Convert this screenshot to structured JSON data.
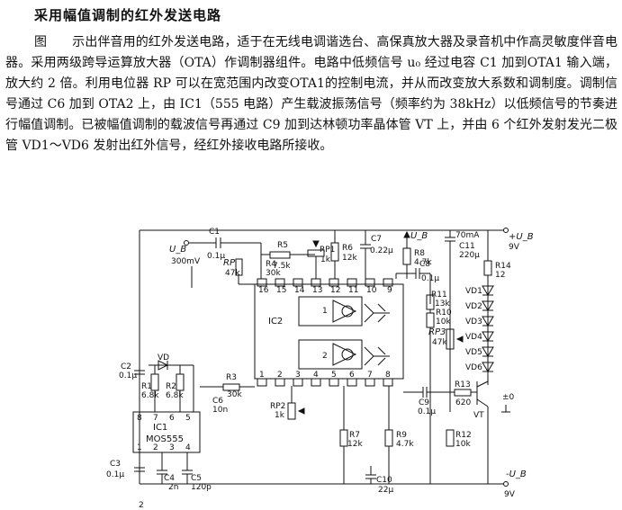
{
  "title": "采用幅值调制的红外发送电路",
  "paragraph": "图　　示出伴音用的红外发送电路，适于在无线电调谐选台、高保真放大器及录音机中作高灵敏度伴音电器。采用两级跨导运算放大器（OTA）作调制器组件。电路中低频信号 u₀ 经过电容 C1 加到OTA1 输入端，放大约 2 倍。利用电位器 RP 可以在宽范围内改变OTA1的控制电流，并从而改变放大系数和调制度。调制信号通过 C6 加到 OTA2 上，由 IC1（555 电路）产生载波振荡信号（频率约为 38kHz）以低频信号的节奏进行幅值调制。已被幅值调制的载波信号再通过 C9 加到达林顿功率晶体管 VT 上，并由 6 个红外发射发光二极管 VD1～VD6 发射出红外信号，经红外接收电路所接收。",
  "schematic": {
    "ui_label": "U_B",
    "ui_voltage": "300mV",
    "c1": {
      "name": "C1",
      "value": "0.1μ"
    },
    "r5": {
      "name": "R5",
      "value": "7.5k"
    },
    "rp1": {
      "name": "RP1",
      "value": "1k"
    },
    "r6": {
      "name": "R6",
      "value": "12k"
    },
    "c7": {
      "name": "C7",
      "value": "0.22μ"
    },
    "ub": "U_B",
    "r8": {
      "name": "R8",
      "value": "4.7k"
    },
    "c11": {
      "name": "C11",
      "value": "220μ"
    },
    "supply_current": "70mA",
    "plus_supply": {
      "name": "+U_B",
      "value": "9V"
    },
    "rp": {
      "name": "RP",
      "value": "47k"
    },
    "r4": {
      "name": "R4",
      "value": "30k"
    },
    "c8": {
      "name": "C8",
      "value": "0.1μ"
    },
    "r14": {
      "name": "R14",
      "value": "12"
    },
    "r11": {
      "name": "R11",
      "value": "13k"
    },
    "r10": {
      "name": "R10",
      "value": "10k"
    },
    "rp3": {
      "name": "RP3",
      "value": "47k"
    },
    "ic2": "IC2",
    "leds": [
      "VD1",
      "VD2",
      "VD3",
      "VD4",
      "VD5",
      "VD6"
    ],
    "c2": {
      "name": "C2",
      "value": "0.1μ"
    },
    "vd": "VD",
    "r1": {
      "name": "R1",
      "value": "6.8k"
    },
    "r2": {
      "name": "R2",
      "value": "6.8k"
    },
    "r3": {
      "name": "R3",
      "value": "30k"
    },
    "c6": {
      "name": "C6",
      "value": "10n"
    },
    "c9": {
      "name": "C9",
      "value": "0.1μ"
    },
    "r13": {
      "name": "R13",
      "value": "620"
    },
    "vt": "VT",
    "zero": "±0",
    "ic1": {
      "name": "IC1",
      "model": "MOS555"
    },
    "rp2": {
      "name": "RP2",
      "value": "1k"
    },
    "r7": {
      "name": "R7",
      "value": "12k"
    },
    "r9": {
      "name": "R9",
      "value": "4.7k"
    },
    "r12": {
      "name": "R12",
      "value": "10k"
    },
    "c3": {
      "name": "C3",
      "value": "0.1μ"
    },
    "c4": {
      "name": "C4",
      "value": "2n"
    },
    "c5": {
      "name": "C5",
      "value": "120p"
    },
    "c10": {
      "name": "C10",
      "value": "22μ"
    },
    "minus_supply": {
      "name": "-U_B",
      "value": "9V"
    },
    "ic2_pins_top": [
      "16",
      "15",
      "14",
      "13",
      "12",
      "11",
      "10",
      "9"
    ],
    "ic2_pins_bottom": [
      "1",
      "2",
      "3",
      "4",
      "5",
      "6",
      "7",
      "8"
    ],
    "ic1_pins_top": [
      "8",
      "7",
      "6",
      "5"
    ],
    "ic1_pins_bottom": [
      "1",
      "2",
      "3",
      "4"
    ],
    "opamp1": "1",
    "opamp2": "2",
    "corner_note": "2"
  }
}
